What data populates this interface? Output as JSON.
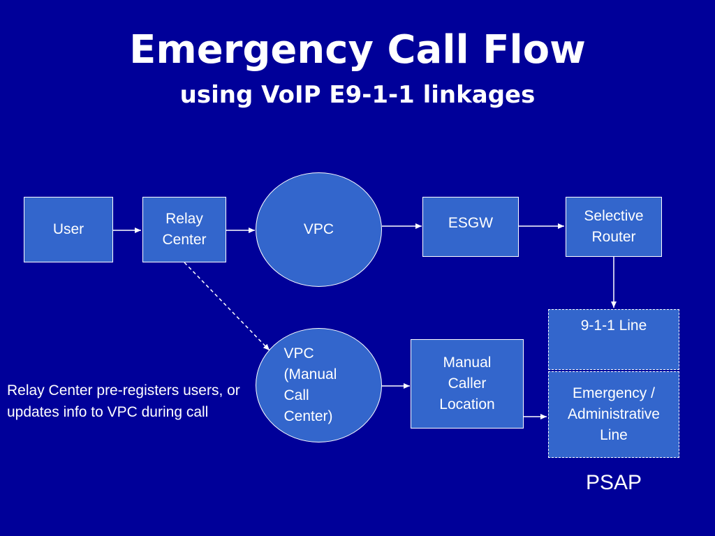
{
  "slide": {
    "title": "Emergency Call Flow",
    "subtitle": "using VoIP E9-1-1 linkages"
  },
  "nodes": {
    "user": "User",
    "relay_center": "Relay Center",
    "vpc": "VPC",
    "esgw": "ESGW",
    "selective_router": "Selective Router",
    "vpc_manual": "VPC (Manual Call Center)",
    "manual_caller_location": "Manual Caller Location",
    "line_911": "9-1-1 Line",
    "emergency_admin_line": "Emergency / Administrative Line"
  },
  "labels": {
    "psap": "PSAP",
    "note": "Relay Center pre-registers users, or updates info to VPC during call"
  },
  "colors": {
    "background": "#000099",
    "node_fill": "#3366cc",
    "stroke": "#ffffff"
  }
}
